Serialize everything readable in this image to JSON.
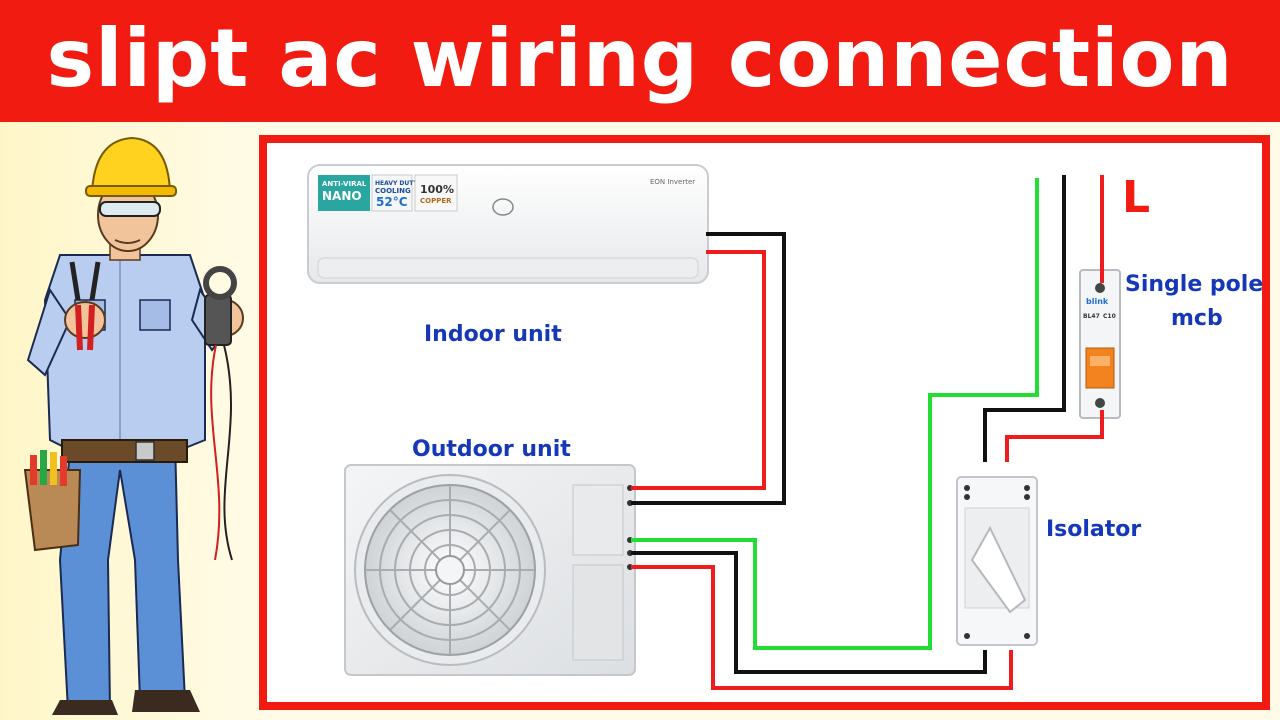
{
  "title": "slipt ac wiring connection",
  "labels": {
    "indoor_unit": "Indoor unit",
    "outdoor_unit": "Outdoor unit",
    "mcb_line1": "Single pole",
    "mcb_line2": "mcb",
    "isolator": "Isolator",
    "line": "L"
  },
  "indoor_badges": {
    "anti_viral": "ANTI-VIRAL",
    "nano": "NANO",
    "heavy_duty": "HEAVY DUTY",
    "cooling": "COOLING",
    "temp": "52°C",
    "copper_pct": "100%",
    "copper": "COPPER",
    "series": "EON Inverter"
  },
  "mcb_text": {
    "brand": "blink",
    "model": "BL47",
    "rating": "C10"
  },
  "colors": {
    "banner": "#f21b12",
    "label_blue": "#1638b8",
    "wire_red": "#ee1c1c",
    "wire_black": "#111111",
    "wire_green": "#22dd33"
  },
  "icons": [
    "electrician-figure",
    "indoor-unit",
    "outdoor-unit",
    "mcb-breaker",
    "isolator-switch"
  ]
}
